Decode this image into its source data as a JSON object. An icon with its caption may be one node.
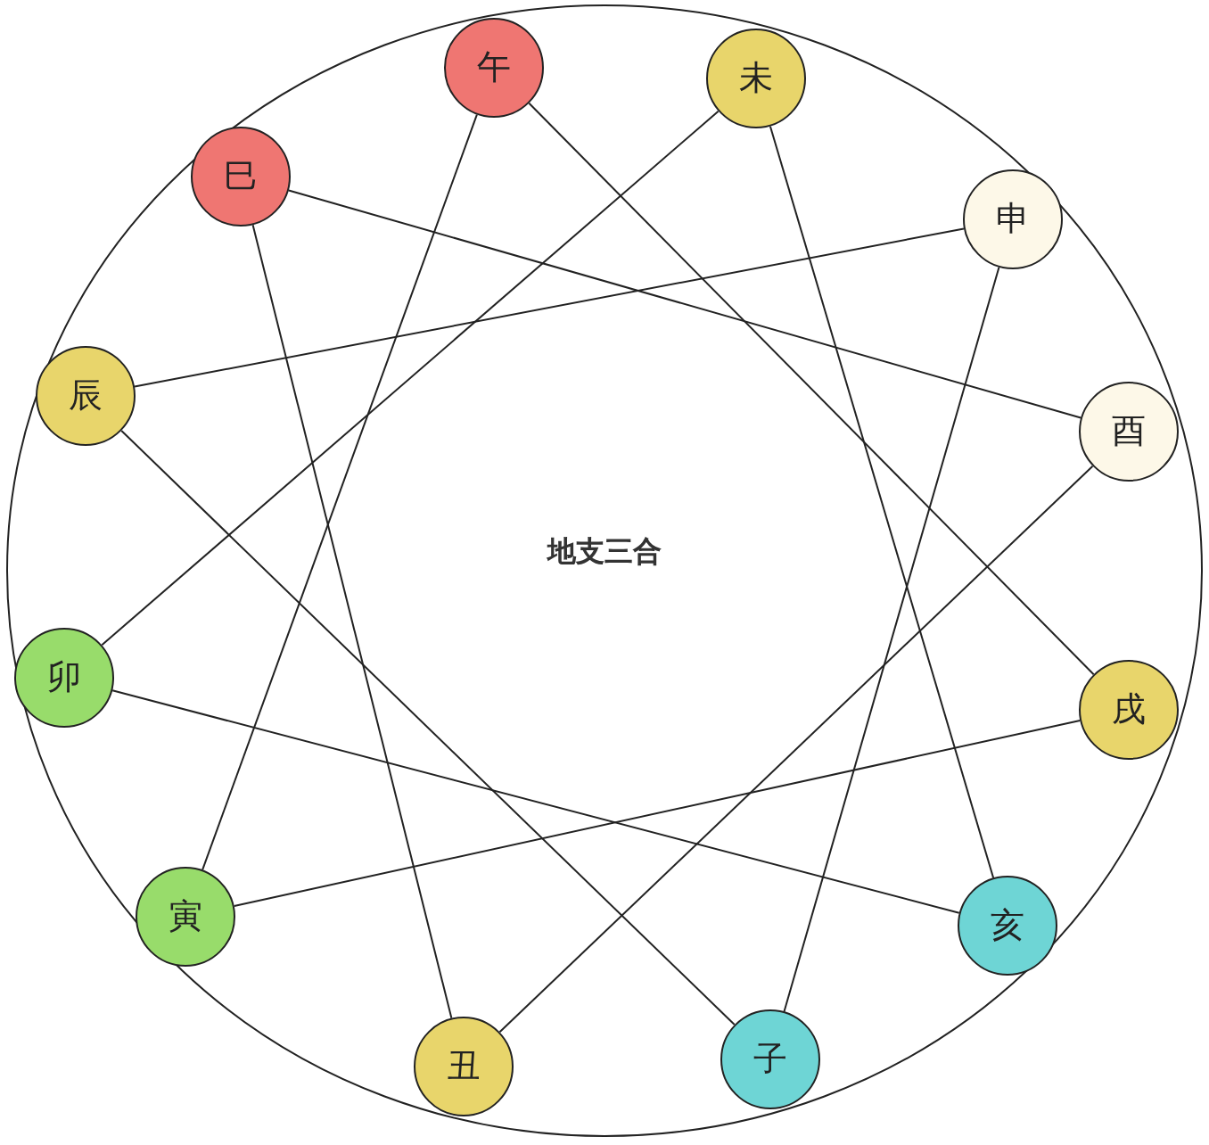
{
  "diagram": {
    "title": "地支三合",
    "nodes": [
      {
        "text": [
          "午"
        ]
      },
      {
        "text": [
          "未"
        ]
      },
      {
        "text": [
          "巳"
        ]
      },
      {
        "text": [
          "申"
        ]
      },
      {
        "text": [
          "辰"
        ]
      },
      {
        "text": [
          "酉"
        ]
      },
      {
        "text": [
          "卯"
        ]
      },
      {
        "text": [
          "戌"
        ]
      },
      {
        "text": [
          "寅"
        ]
      },
      {
        "text": [
          "亥"
        ]
      },
      {
        "text": [
          "丑"
        ]
      },
      {
        "text": [
          "子"
        ]
      }
    ],
    "edges": [
      {
        "from": 0,
        "to": 7,
        "arrow": "none"
      },
      {
        "from": 0,
        "to": 8,
        "arrow": "none"
      },
      {
        "from": 1,
        "to": 6,
        "arrow": "none"
      },
      {
        "from": 1,
        "to": 9,
        "arrow": "none"
      },
      {
        "from": 2,
        "to": 5,
        "arrow": "none"
      },
      {
        "from": 2,
        "to": 10,
        "arrow": "none"
      },
      {
        "from": 3,
        "to": 4,
        "arrow": "none"
      },
      {
        "from": 3,
        "to": 11,
        "arrow": "none"
      },
      {
        "from": 4,
        "to": 11,
        "arrow": "none"
      },
      {
        "from": 5,
        "to": 10,
        "arrow": "none"
      },
      {
        "from": 6,
        "to": 9,
        "arrow": "none"
      },
      {
        "from": 8,
        "to": 7,
        "arrow": "none"
      }
    ]
  }
}
